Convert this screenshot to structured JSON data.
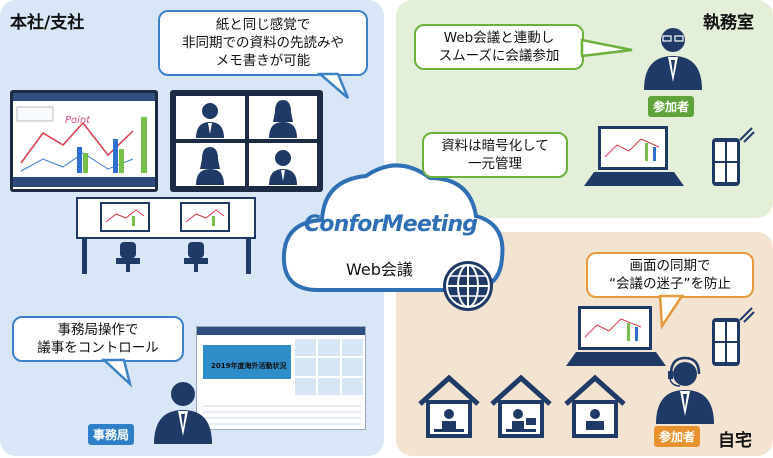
{
  "panels": {
    "left_title": "本社/支社",
    "office_title": "執務室",
    "home_title": "自宅"
  },
  "bubbles": {
    "paper_like": "紙と同じ感覚で\n非同期での資料の先読みや\nメモ書きが可能",
    "secretariat": "事務局操作で\n議事をコントロール",
    "web_link": "Web会議と連動し\nスムーズに会議参加",
    "encrypted": "資料は暗号化して\n一元管理",
    "sync": "画面の同期で\n“会議の迷子”を防止"
  },
  "labels": {
    "secretariat_tag": "事務局",
    "participant_tag_office": "参加者",
    "participant_tag_home": "参加者",
    "cloud_logo": "ConforMeeting",
    "cloud_caption": "Web会議",
    "screen_title": "2019年度海外活動状況"
  },
  "colors": {
    "blue": "#2f7fc8",
    "green": "#6bb13c",
    "orange": "#e8912f",
    "navy": "#1f3a66"
  }
}
